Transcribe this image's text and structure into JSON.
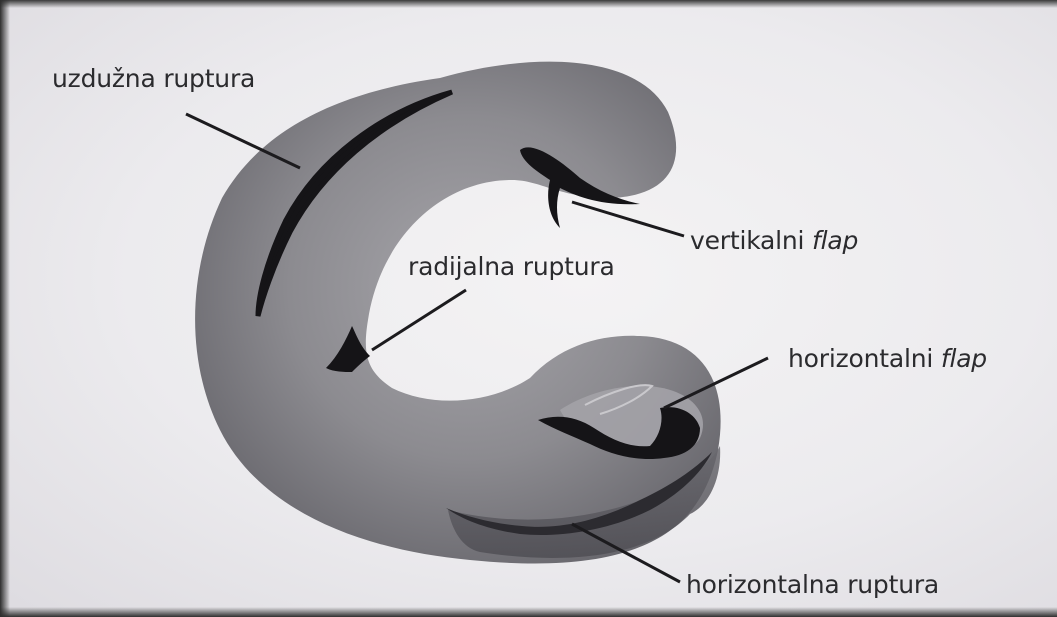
{
  "labels": {
    "uzduzna": "uzdužna ruptura",
    "radijalna": "radijalna ruptura",
    "vertikalni_text": "vertikalni",
    "vertikalni_italic": "flap",
    "horizontalni_text": "horizontalni",
    "horizontalni_italic": "flap",
    "horizontalna": "horizontalna ruptura"
  },
  "colors": {
    "meniscus": "#8b8a8f",
    "meniscus_dark": "#5c5b61",
    "tear": "#151417",
    "leader_line": "#1c1b1e",
    "text": "#2b2b2e"
  }
}
